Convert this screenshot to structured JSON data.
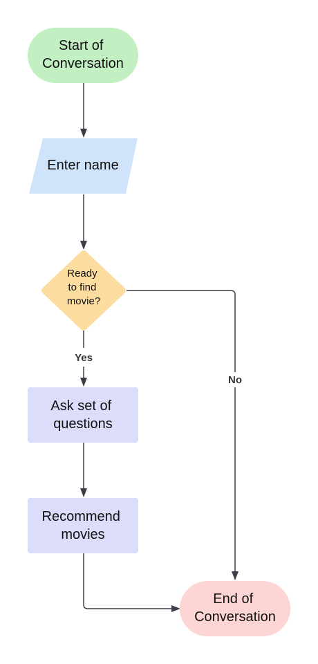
{
  "diagram": {
    "nodes": {
      "start": {
        "lines": [
          "Start of",
          "Conversation"
        ],
        "fill": "#c3f0c2"
      },
      "enter_name": {
        "lines": [
          "Enter name"
        ],
        "fill": "#cfe3fb"
      },
      "decision": {
        "lines": [
          "Ready",
          "to find",
          "movie?"
        ],
        "fill": "#fddc9f"
      },
      "ask": {
        "lines": [
          "Ask set of",
          "questions"
        ],
        "fill": "#dcdcfb"
      },
      "recommend": {
        "lines": [
          "Recommend",
          "movies"
        ],
        "fill": "#dcdcfb"
      },
      "end": {
        "lines": [
          "End of",
          "Conversation"
        ],
        "fill": "#fdd5d5"
      }
    },
    "edge_labels": {
      "yes": "Yes",
      "no": "No"
    },
    "colors": {
      "connector": "#3a3f47",
      "label_text": "#333333",
      "node_text": "#111111"
    }
  }
}
